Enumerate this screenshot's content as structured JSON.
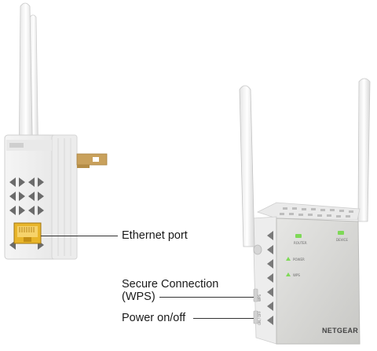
{
  "callouts": {
    "ethernet": "Ethernet port",
    "wps_line1": "Secure Connection",
    "wps_line2": "(WPS)",
    "power": "Power on/off"
  },
  "device": {
    "brand": "NETGEAR",
    "leds": {
      "router": "ROUTER",
      "device": "DEVICE",
      "power": "POWER",
      "wps": "WPS"
    },
    "side_labels": {
      "wps": "WPS",
      "power": "ON / OFF"
    }
  },
  "colors": {
    "body": "#f2f2f2",
    "face": "#d6d6d4",
    "port": "#e8b52a",
    "led": "#7ed957",
    "grille": "#6f6f6f"
  }
}
